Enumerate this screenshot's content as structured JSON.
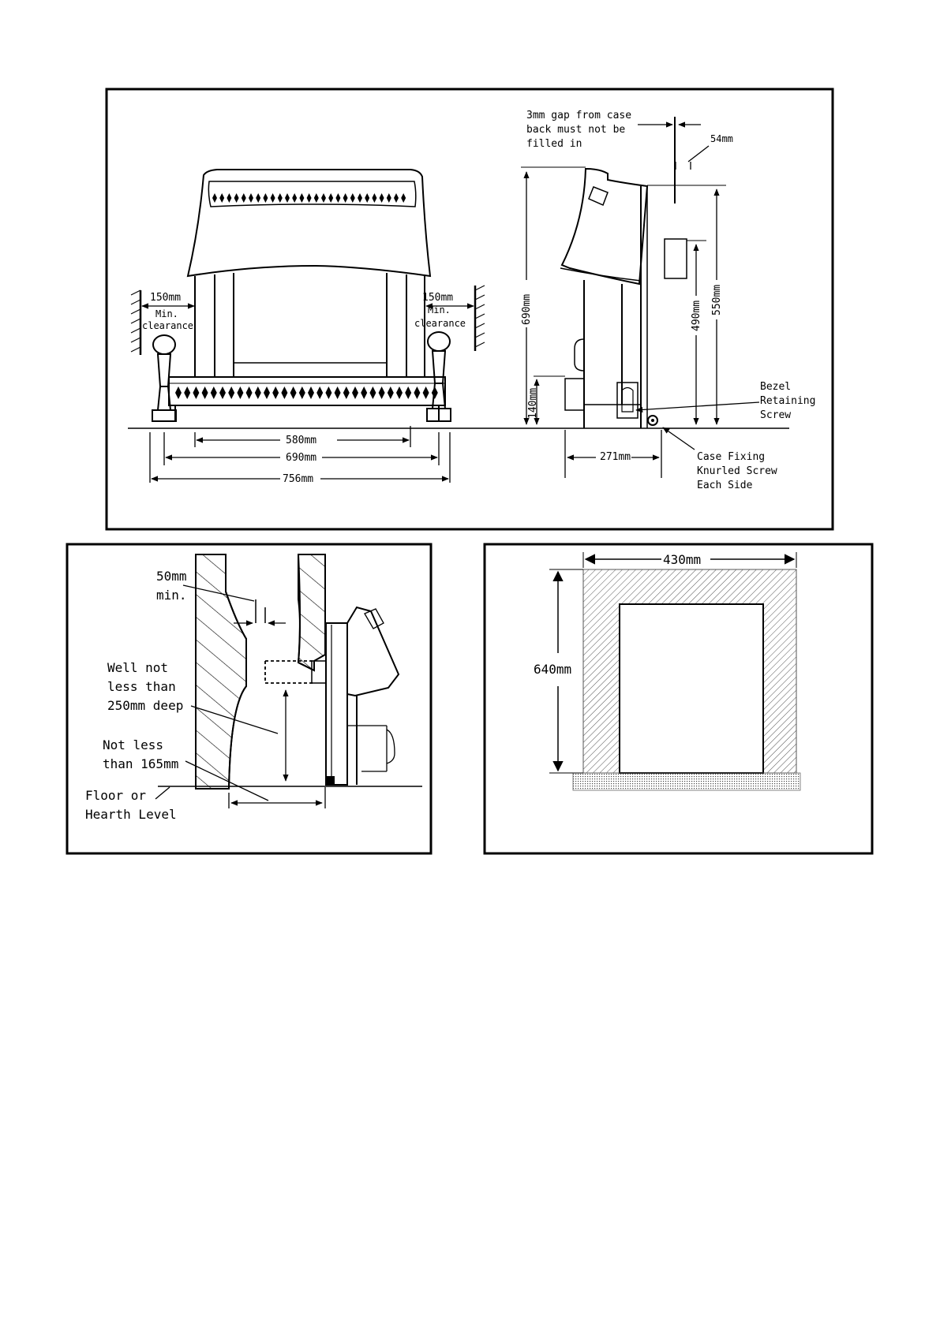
{
  "front_view": {
    "left_clearance": {
      "dimension": "150mm",
      "line1": "Min.",
      "line2": "clearance"
    },
    "right_clearance": {
      "dimension": "150mm",
      "line1": "Min.",
      "line2": "clearance"
    },
    "dim_580": "580mm",
    "dim_690": "690mm",
    "dim_756": "756mm"
  },
  "side_view": {
    "gap_note": [
      "3mm gap from case",
      "back must not be",
      "filled in"
    ],
    "dim_54": "54mm",
    "dim_690": "690mm",
    "dim_140": "140mm",
    "dim_490": "490mm",
    "dim_550": "550mm",
    "dim_271": "271mm",
    "bezel_label": [
      "Bezel",
      "Retaining",
      "Screw"
    ],
    "case_label": [
      "Case Fixing",
      "Knurled Screw",
      "Each Side"
    ]
  },
  "flue_section": {
    "gap_label": [
      "50mm",
      "min."
    ],
    "well_label": [
      "Well not",
      "less than",
      "250mm deep"
    ],
    "depth_label": [
      "Not less",
      "than 165mm"
    ],
    "floor_label": [
      "Floor or",
      "Hearth Level"
    ]
  },
  "opening": {
    "width": "430mm",
    "height": "640mm"
  }
}
